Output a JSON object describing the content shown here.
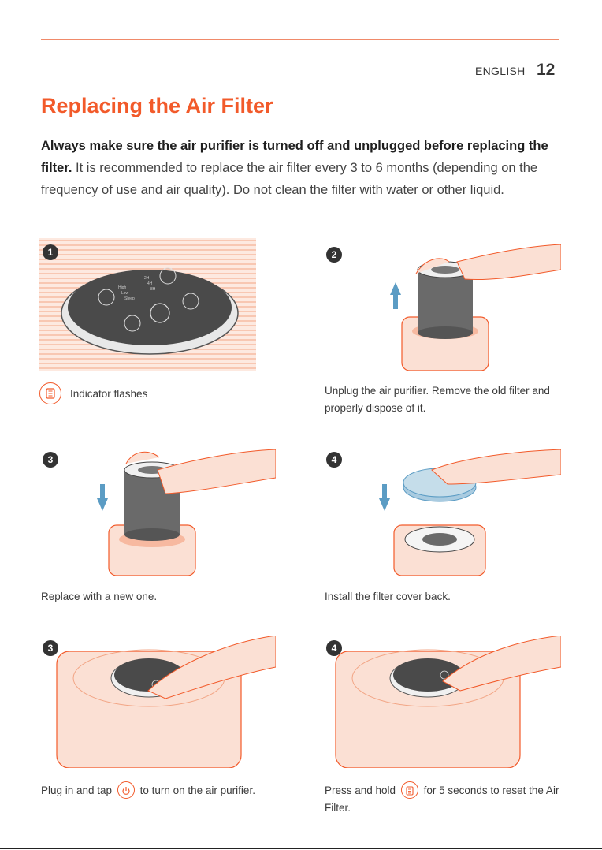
{
  "header": {
    "language": "ENGLISH",
    "page_number": "12"
  },
  "title": "Replacing the Air Filter",
  "intro": {
    "bold": "Always make sure the air purifier is turned off and unplugged before replacing the filter.",
    "rest": " It is recommended to replace the air filter every 3 to 6 months (depending on the frequency of use and air quality). Do not clean the filter with water or other liquid."
  },
  "steps": [
    {
      "badge": "1",
      "caption": "Indicator flashes",
      "icon": "filter-indicator-icon"
    },
    {
      "badge": "2",
      "caption": "Unplug the air purifier. Remove the old filter and properly dispose of it."
    },
    {
      "badge": "3",
      "caption": "Replace with a new one."
    },
    {
      "badge": "4",
      "caption": "Install the filter cover back."
    },
    {
      "badge": "3",
      "caption_before": "Plug in and tap",
      "caption_after": "to turn on the air purifier.",
      "icon": "power-icon"
    },
    {
      "badge": "4",
      "caption_before": "Press and hold",
      "caption_after": "for 5 seconds to reset the Air Filter.",
      "icon": "filter-indicator-icon"
    }
  ],
  "panel_labels": {
    "high": "High",
    "low": "Low",
    "sleep": "Sleep",
    "t2": "2H",
    "t4": "4H",
    "t8": "8H"
  },
  "colors": {
    "accent": "#f25a2a",
    "rule": "#f08a6a",
    "peach": "#fbe0d4",
    "panel": "#4a4a4a",
    "arrow": "#5b9cc4"
  }
}
